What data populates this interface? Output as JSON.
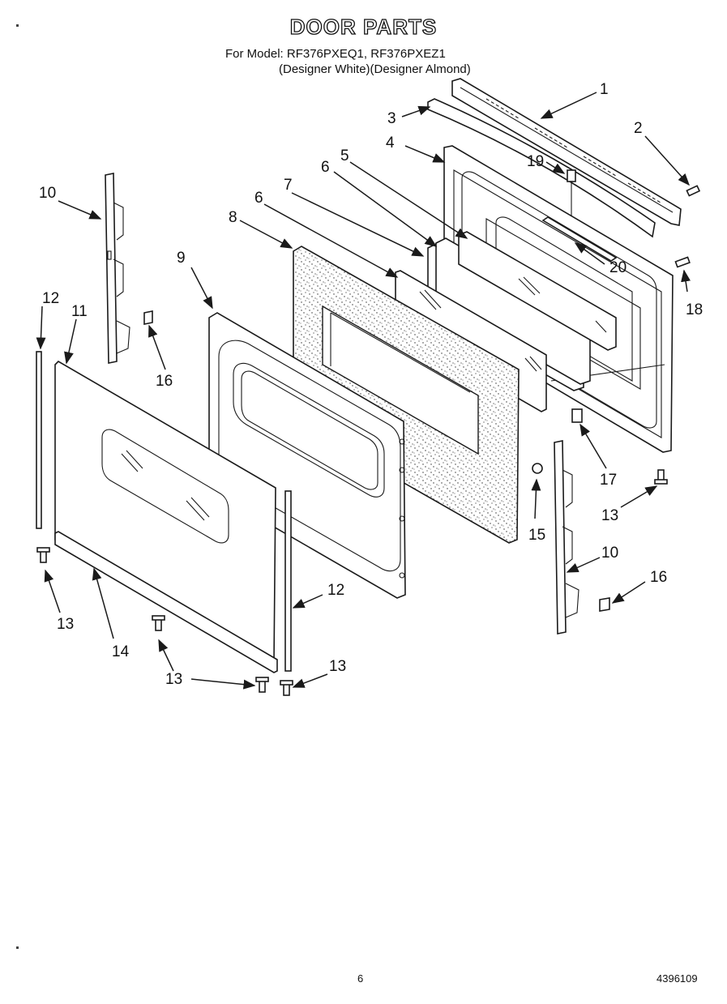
{
  "header": {
    "title": "DOOR PARTS",
    "model_line": "For Model: RF376PXEQ1, RF376PXEZ1",
    "variant_line": "(Designer White)(Designer Almond)"
  },
  "callouts": {
    "c1": "1",
    "c2": "2",
    "c3": "3",
    "c4": "4",
    "c5": "5",
    "c6a": "6",
    "c6b": "6",
    "c7": "7",
    "c8": "8",
    "c9": "9",
    "c10a": "10",
    "c10b": "10",
    "c11": "11",
    "c12a": "12",
    "c12b": "12",
    "c13a": "13",
    "c13b": "13",
    "c13c": "13",
    "c13d": "13",
    "c14": "14",
    "c15": "15",
    "c16a": "16",
    "c16b": "16",
    "c17": "17",
    "c18": "18",
    "c19": "19",
    "c20": "20"
  },
  "footer": {
    "page_number": "6",
    "document_number": "4396109"
  }
}
